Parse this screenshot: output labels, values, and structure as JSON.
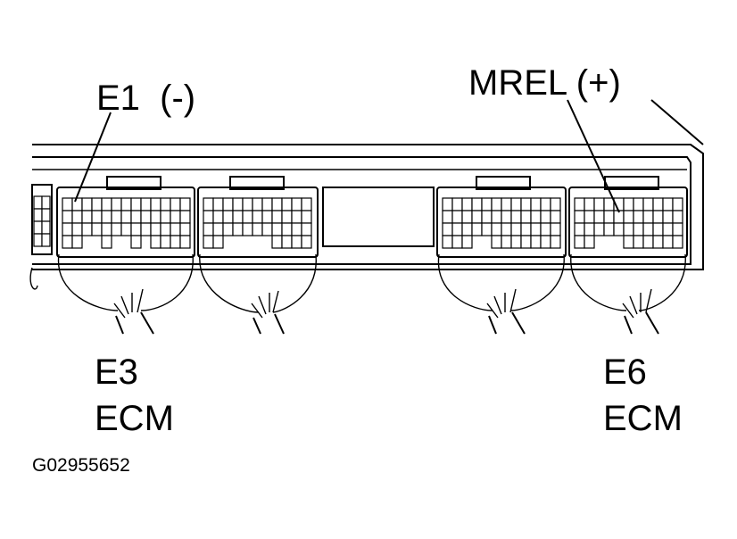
{
  "labels": {
    "e1": "E1  (-)",
    "mrel": "MREL (+)",
    "e3": "E3",
    "ecm_left": "ECM",
    "e6": "E6",
    "ecm_right": "ECM",
    "figure_id": "G02955652"
  },
  "colors": {
    "line": "#000000",
    "background": "#ffffff"
  }
}
